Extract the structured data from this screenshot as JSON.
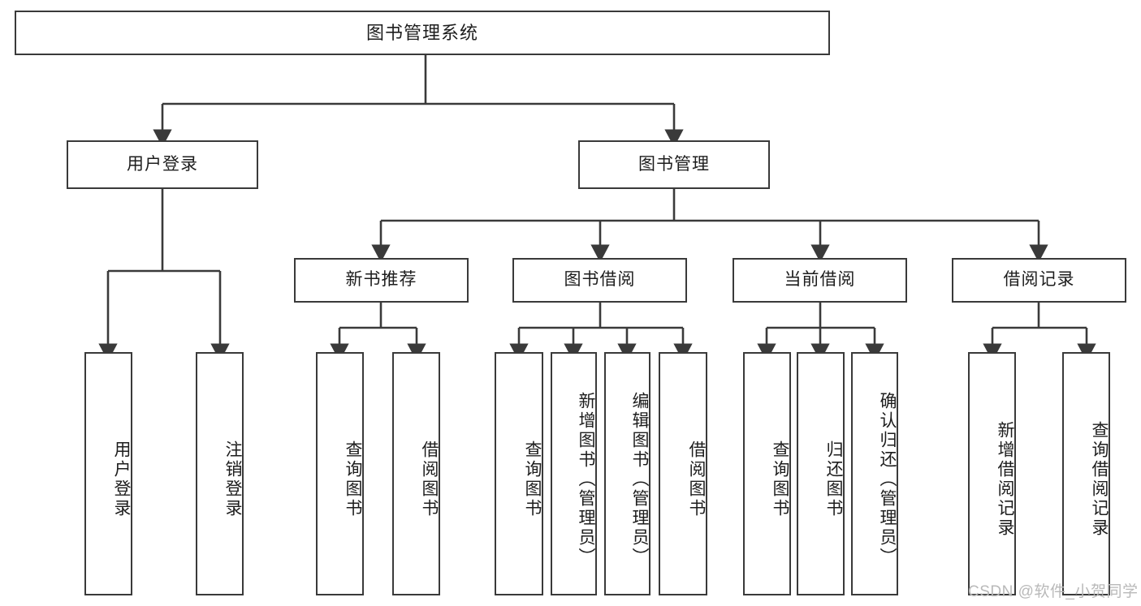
{
  "diagram": {
    "title": "图书管理系统",
    "type": "functional-decomposition-tree",
    "root": {
      "label": "图书管理系统"
    },
    "level2": [
      {
        "label": "用户登录"
      },
      {
        "label": "图书管理"
      }
    ],
    "level3": [
      {
        "label": "新书推荐"
      },
      {
        "label": "图书借阅"
      },
      {
        "label": "当前借阅"
      },
      {
        "label": "借阅记录"
      }
    ],
    "leaves": {
      "user_login": [
        {
          "label": "用户登录"
        },
        {
          "label": "注销登录"
        }
      ],
      "new_book_recommend": [
        {
          "label": "查询图书"
        },
        {
          "label": "借阅图书"
        }
      ],
      "book_borrow": [
        {
          "label": "查询图书"
        },
        {
          "label": "新增图书（管理员）"
        },
        {
          "label": "编辑图书（管理员）"
        },
        {
          "label": "借阅图书"
        }
      ],
      "current_borrow": [
        {
          "label": "查询图书"
        },
        {
          "label": "归还图书"
        },
        {
          "label": "确认归还（管理员）"
        }
      ],
      "borrow_record": [
        {
          "label": "新增借阅记录"
        },
        {
          "label": "查询借阅记录"
        }
      ]
    }
  },
  "watermark": {
    "text": "CSDN @软件_小贺同学"
  },
  "colors": {
    "stroke": "#3a3a3a",
    "background": "#ffffff",
    "text": "#1d1d1d",
    "watermark": "#b9b9b9"
  }
}
